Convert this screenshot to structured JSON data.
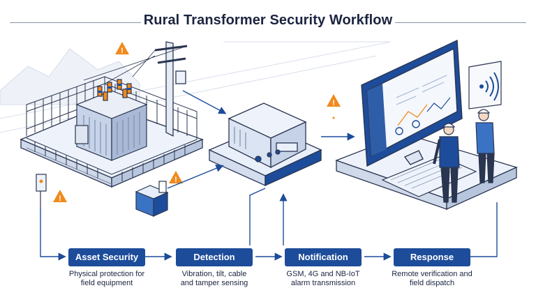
{
  "title": "Rural Transformer Security Workflow",
  "colors": {
    "primary": "#1d4c9a",
    "outline": "#2a3550",
    "light_blue": "#e6eefb",
    "warning": "#f08a1d",
    "background": "#ffffff"
  },
  "steps": [
    {
      "label": "Asset Security",
      "desc_line1": "Physical protection for",
      "desc_line2": "field equipment"
    },
    {
      "label": "Detection",
      "desc_line1": "Vibration, tilt, cable",
      "desc_line2": "and tamper sensing"
    },
    {
      "label": "Notification",
      "desc_line1": "GSM, 4G and NB-IoT",
      "desc_line2": "alarm transmission"
    },
    {
      "label": "Response",
      "desc_line1": "Remote verification and",
      "desc_line2": "field dispatch"
    }
  ],
  "icons": [
    "warning-icon",
    "wifi-signal-icon",
    "transformer-icon",
    "utility-pole-icon",
    "gateway-device-icon",
    "monitor-icon",
    "keyboard-icon",
    "field-worker-icon",
    "sensor-box-icon"
  ]
}
